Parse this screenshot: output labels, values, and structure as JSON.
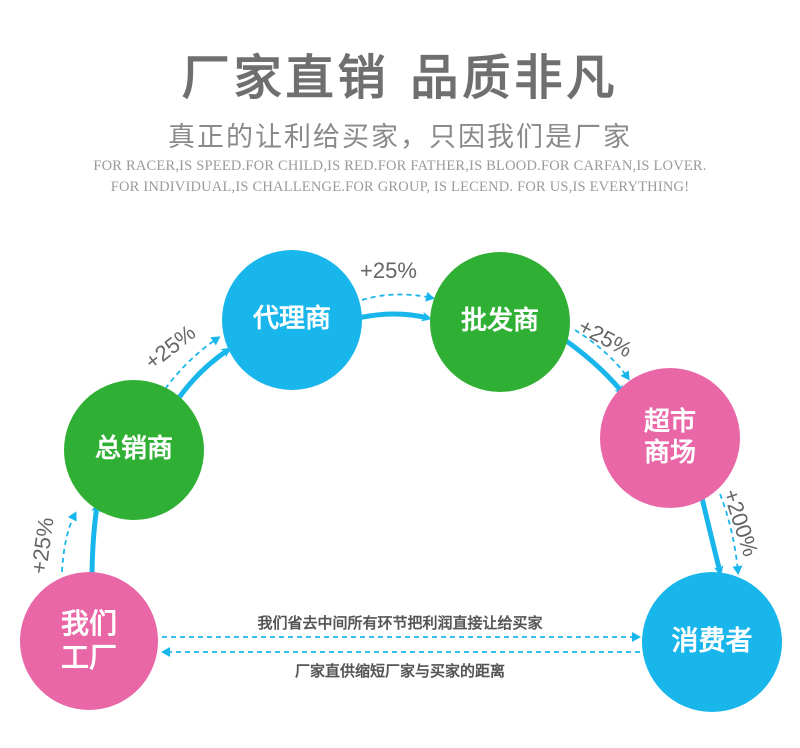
{
  "header": {
    "title": "厂家直销  品质非凡",
    "subtitle": "真正的让利给买家，只因我们是厂家",
    "english_line1": "FOR RACER,IS SPEED.FOR CHILD,IS RED.FOR FATHER,IS BLOOD.FOR CARFAN,IS LOVER.",
    "english_line2": "FOR INDIVIDUAL,IS CHALLENGE.FOR GROUP, IS LECEND. FOR US,IS EVERYTHING!"
  },
  "nodes": {
    "factory": {
      "line1": "我们",
      "line2": "工厂",
      "color": "#ea67a7"
    },
    "distributor": {
      "label": "总销商",
      "color": "#2fb035"
    },
    "agent": {
      "label": "代理商",
      "color": "#19b6ec"
    },
    "wholesaler": {
      "label": "批发商",
      "color": "#2fb035"
    },
    "supermarket": {
      "line1": "超市",
      "line2": "商场",
      "color": "#ea67a7"
    },
    "consumer": {
      "label": "消费者",
      "color": "#19b6ec"
    }
  },
  "markups": {
    "factory_to_distributor": "+25%",
    "distributor_to_agent": "+25%",
    "agent_to_wholesaler": "+25%",
    "wholesaler_to_supermarket": "+25%",
    "supermarket_to_consumer": "+200%"
  },
  "direct": {
    "top_text": "我们省去中间所有环节把利润直接让给买家",
    "bottom_text": "厂家直供缩短厂家与买家的距离"
  },
  "colors": {
    "arrow_solid": "#19b6ec",
    "arrow_dashed": "#19b6ec",
    "title_gray": "#6f6f6f"
  }
}
